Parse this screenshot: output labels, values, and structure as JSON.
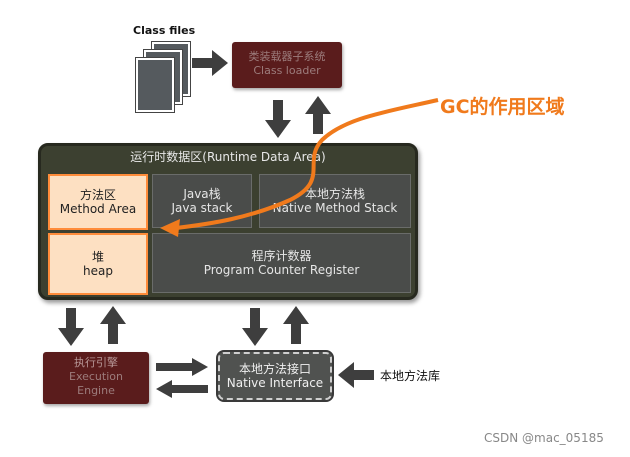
{
  "class_files": {
    "label": "Class files"
  },
  "class_loader": {
    "line1": "类装载器子系统",
    "line2": "Class loader"
  },
  "gc_annotation": "GC的作用区域",
  "runtime_area": {
    "title": "运行时数据区(Runtime Data Area)",
    "method_area": {
      "line1": "方法区",
      "line2": "Method Area"
    },
    "heap": {
      "line1": "堆",
      "line2": "heap"
    },
    "java_stack": {
      "line1": "Java栈",
      "line2": "Java stack"
    },
    "native_method_stack": {
      "line1": "本地方法栈",
      "line2": "Native Method Stack"
    },
    "pc_register": {
      "line1": "程序计数器",
      "line2": "Program Counter Register"
    }
  },
  "execution_engine": {
    "line1": "执行引擎",
    "line2": "Execution",
    "line3": "Engine"
  },
  "native_interface": {
    "line1": "本地方法接口",
    "line2": "Native Interface"
  },
  "native_library": {
    "label": "本地方法库"
  },
  "watermark": "CSDN @mac_05185",
  "colors": {
    "accent_orange": "#f07a1c",
    "dark_red_box": "#5a1c1c",
    "runtime_bg": "#3c4030",
    "orange_box_fill": "#fde0c2"
  }
}
